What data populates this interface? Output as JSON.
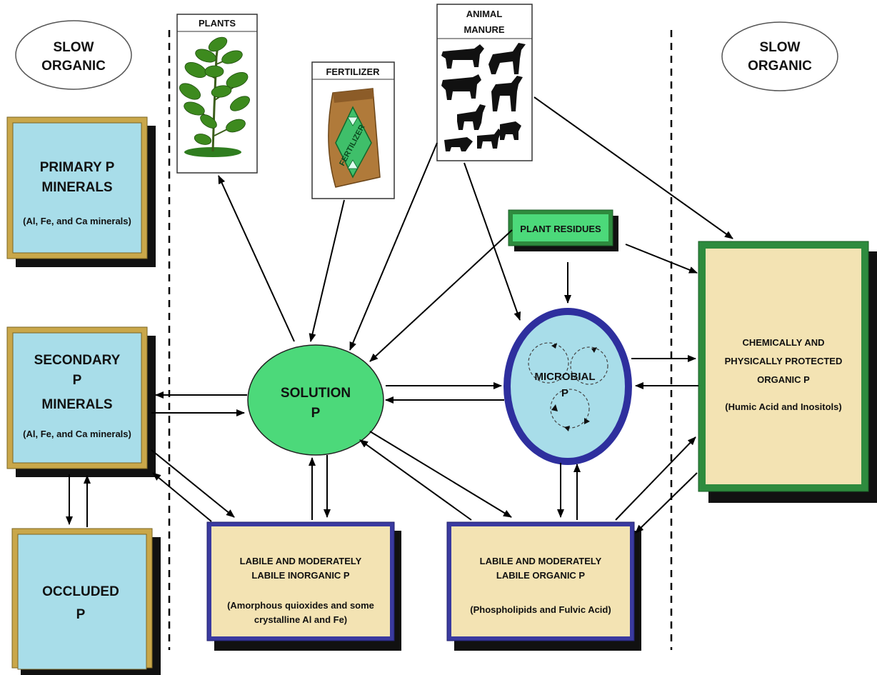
{
  "slow_organic_left": [
    "SLOW",
    "ORGANIC"
  ],
  "slow_organic_right": [
    "SLOW",
    "ORGANIC"
  ],
  "plants_label": "PLANTS",
  "fertilizer_label": "FERTILIZER",
  "fertilizer_bag_text": "FERTILIZER",
  "animal_manure_label": [
    "ANIMAL",
    "MANURE"
  ],
  "plant_residues": "PLANT RESIDUES",
  "primary_p": {
    "title": [
      "PRIMARY P",
      "MINERALS"
    ],
    "sub": "(Al, Fe, and Ca minerals)"
  },
  "secondary_p": {
    "title": [
      "SECONDARY",
      "P",
      "MINERALS"
    ],
    "sub": "(Al, Fe, and Ca minerals)"
  },
  "occluded_p": [
    "OCCLUDED",
    "P"
  ],
  "solution_p": [
    "SOLUTION",
    "P"
  ],
  "microbial_p": [
    "MICROBIAL",
    "P"
  ],
  "labile_inorganic": {
    "title": [
      "LABILE AND MODERATELY",
      "LABILE INORGANIC P"
    ],
    "sub": [
      "(Amorphous quioxides and some",
      "crystalline Al and Fe)"
    ]
  },
  "labile_organic": {
    "title": [
      "LABILE AND MODERATELY",
      "LABILE ORGANIC P"
    ],
    "sub": [
      "(Phospholipids and Fulvic Acid)"
    ]
  },
  "protected_organic": {
    "title": [
      "CHEMICALLY AND",
      "PHYSICALLY PROTECTED",
      "ORGANIC P"
    ],
    "sub": "(Humic Acid and Inositols)"
  },
  "colors": {
    "mineral_box": "#a8dde9",
    "organic_box": "#f3e3b3",
    "solution_fill": "#4cd97a",
    "residue_fill": "#4cd97a",
    "microbial_fill": "#a8dde9",
    "microbial_ring": "#2e2f9e",
    "gold_frame": "#c9a74a",
    "green_frame": "#2e8b3e",
    "blue_frame": "#3a3aa0"
  }
}
